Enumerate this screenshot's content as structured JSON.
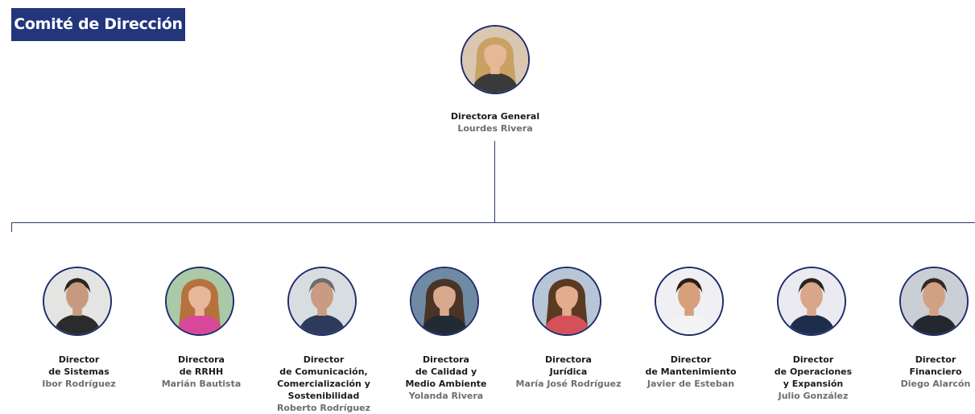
{
  "header": {
    "title": "Comité de Dirección"
  },
  "top": {
    "role_lines": [
      "Directora General"
    ],
    "name": "Lourdes Rivera",
    "colors": {
      "bg": "#d9c7b2",
      "hair": "#c9a163",
      "skin": "#e6b896",
      "shirt": "#3a3a3a"
    }
  },
  "members": [
    {
      "role_lines": [
        "Director",
        "de Sistemas"
      ],
      "name": "Ibor Rodríguez",
      "colors": {
        "bg": "#e4e4e2",
        "hair": "#2a2522",
        "skin": "#c79a7f",
        "shirt": "#2b2b2b"
      }
    },
    {
      "role_lines": [
        "Directora",
        "de RRHH"
      ],
      "name": "Marián Bautista",
      "colors": {
        "bg": "#a9c9a7",
        "hair": "#b6723c",
        "skin": "#e7b79c",
        "shirt": "#d8489a"
      }
    },
    {
      "role_lines": [
        "Director",
        "de Comunicación,",
        "Comercialización y",
        "Sostenibilidad"
      ],
      "name": "Roberto Rodríguez",
      "colors": {
        "bg": "#d8dde2",
        "hair": "#6b6b6b",
        "skin": "#c89b82",
        "shirt": "#2d3a5a"
      }
    },
    {
      "role_lines": [
        "Directora",
        "de Calidad y",
        "Medio Ambiente"
      ],
      "name": "Yolanda Rivera",
      "colors": {
        "bg": "#6e8aa4",
        "hair": "#4a3426",
        "skin": "#d9a98e",
        "shirt": "#222a33"
      }
    },
    {
      "role_lines": [
        "Directora",
        "Jurídica"
      ],
      "name": "María José Rodríguez",
      "colors": {
        "bg": "#b7c6d6",
        "hair": "#5a3b22",
        "skin": "#e2ad8c",
        "shirt": "#d4515a"
      }
    },
    {
      "role_lines": [
        "Director",
        "de Mantenimiento"
      ],
      "name": "Javier de Esteban",
      "colors": {
        "bg": "#f0f0f4",
        "hair": "#2a1e18",
        "skin": "#d6a07c",
        "shirt": "#f3f3f3"
      }
    },
    {
      "role_lines": [
        "Director",
        "de Operaciones",
        "y Expansión"
      ],
      "name": "Julio González",
      "colors": {
        "bg": "#eaeaf0",
        "hair": "#2a2420",
        "skin": "#d9a68a",
        "shirt": "#1f2d4d"
      }
    },
    {
      "role_lines": [
        "Director",
        "Financiero"
      ],
      "name": "Diego Alarcón",
      "colors": {
        "bg": "#c9cfd4",
        "hair": "#332822",
        "skin": "#d2a184",
        "shirt": "#23272e"
      }
    }
  ]
}
